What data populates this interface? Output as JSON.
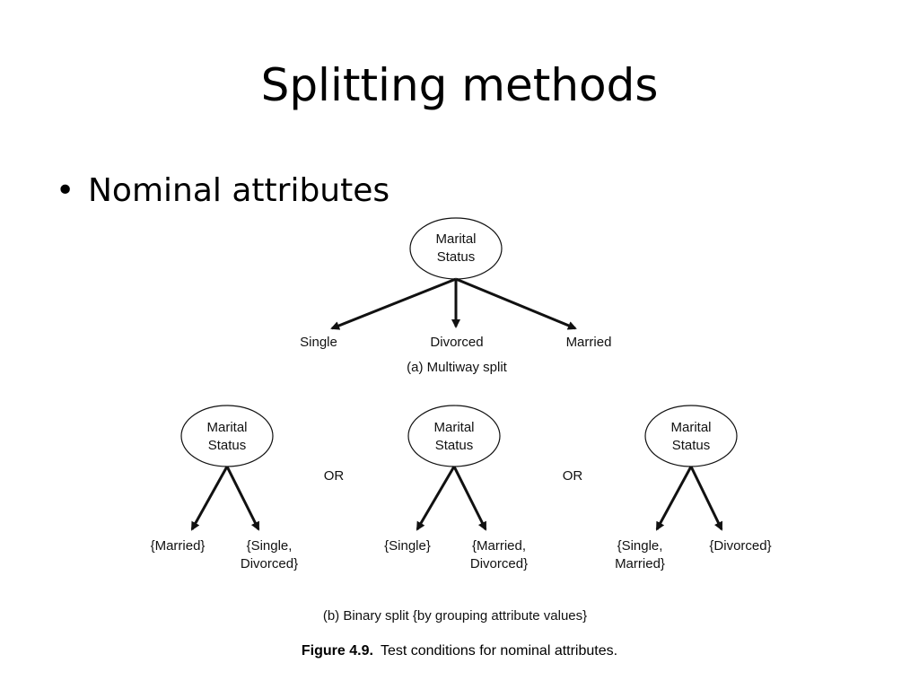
{
  "slide": {
    "title": "Splitting methods",
    "bullet_symbol": "•",
    "bullet_text": "Nominal attributes"
  },
  "multiway": {
    "root": [
      "Marital",
      "Status"
    ],
    "leaves": [
      "Single",
      "Divorced",
      "Married"
    ],
    "caption": "(a) Multiway split"
  },
  "binary": {
    "trees": [
      {
        "root": [
          "Marital",
          "Status"
        ],
        "left": [
          "{Married}"
        ],
        "right": [
          "{Single,",
          "Divorced}"
        ]
      },
      {
        "root": [
          "Marital",
          "Status"
        ],
        "left": [
          "{Single}"
        ],
        "right": [
          "{Married,",
          "Divorced}"
        ]
      },
      {
        "root": [
          "Marital",
          "Status"
        ],
        "left": [
          "{Single,",
          "Married}"
        ],
        "right": [
          "{Divorced}"
        ]
      }
    ],
    "or_label": "OR",
    "caption": "(b) Binary split {by grouping attribute values}"
  },
  "figure": {
    "label": "Figure 4.9.",
    "caption": "Test conditions for nominal attributes."
  }
}
